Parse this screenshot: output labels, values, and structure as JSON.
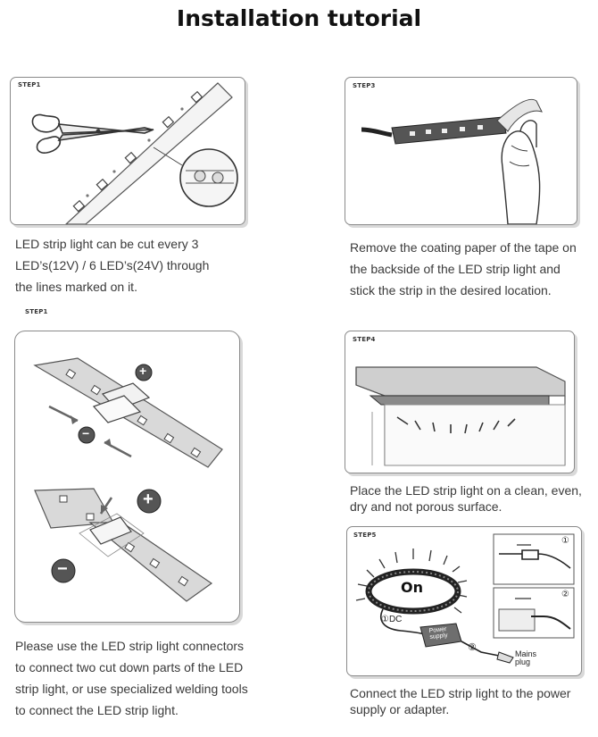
{
  "title": "Installation tutorial",
  "step1": {
    "tag": "STEP1",
    "caption_lines": [
      "LED strip light can be cut every 3",
      "LED’s(12V) / 6 LED’s(24V) through",
      "the lines marked on it."
    ]
  },
  "step1_connector": {
    "tag": "STEP1",
    "plus_symbol": "+",
    "minus_symbol": "−",
    "caption_lines": [
      "Please use the LED strip light connectors",
      "to connect two cut down parts of the LED",
      "strip light, or use specialized welding tools",
      "to connect the LED strip light."
    ]
  },
  "step3": {
    "tag": "STEP3",
    "caption_lines": [
      "Remove the coating paper of the tape on",
      "the backside of the LED strip light and",
      "stick the strip in the desired location."
    ]
  },
  "step4": {
    "tag": "STEP4",
    "caption_lines": [
      "Place the LED strip light on a clean, even,",
      "dry and not porous surface."
    ]
  },
  "step5": {
    "tag": "STEP5",
    "on_label": "On",
    "dc_label": "①DC",
    "power_label_1": "Power",
    "power_label_2": "supply",
    "marker_2": "②",
    "mains_label_1": "Mains",
    "mains_label_2": "plug",
    "inset_marker_1": "①",
    "inset_marker_2": "②",
    "caption_lines": [
      "Connect the LED strip light to the power",
      "supply or adapter."
    ]
  }
}
